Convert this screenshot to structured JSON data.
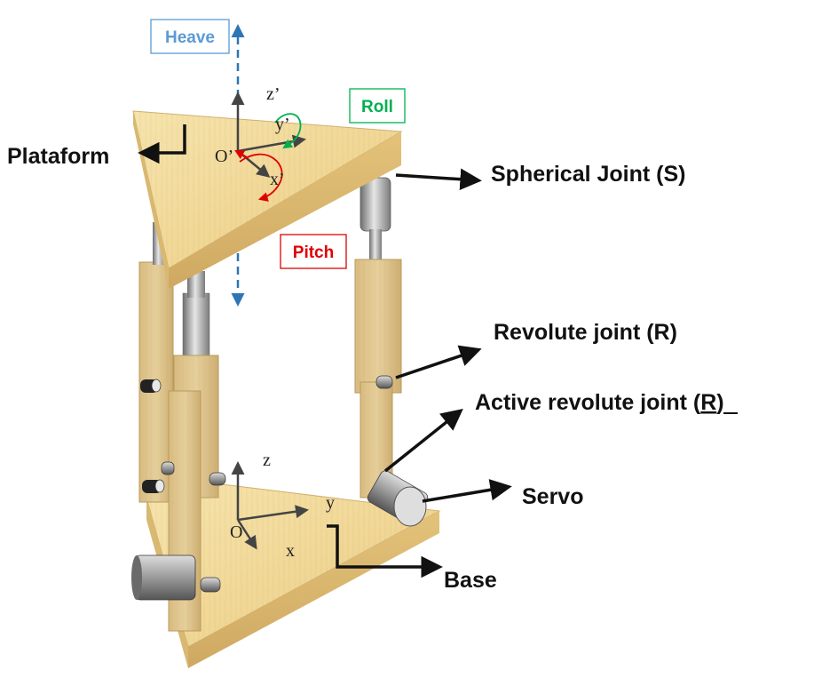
{
  "labels": {
    "platform": "Plataform",
    "spherical_joint": "Spherical Joint (S)",
    "revolute_joint": "Revolute joint (R)",
    "active_revolute_prefix": "Active revolute joint (",
    "active_revolute_letter": "R",
    "active_revolute_suffix": ")",
    "servo": "Servo",
    "base": "Base"
  },
  "motions": {
    "heave": "Heave",
    "roll": "Roll",
    "pitch": "Pitch"
  },
  "axes": {
    "top": {
      "origin": "O’",
      "x": "x’",
      "y": "y’",
      "z": "z’"
    },
    "bottom": {
      "origin": "O",
      "x": "x",
      "y": "y",
      "z": "z"
    }
  },
  "colors": {
    "heave": "#5b9bd5",
    "roll": "#00b050",
    "pitch": "#e00000",
    "arrow": "#111111",
    "axis": "#444444",
    "wood_light": "#f3dfa3",
    "wood_mid": "#e2c47c",
    "wood_dark": "#c9a45d",
    "metal": "#9a9a9a"
  }
}
